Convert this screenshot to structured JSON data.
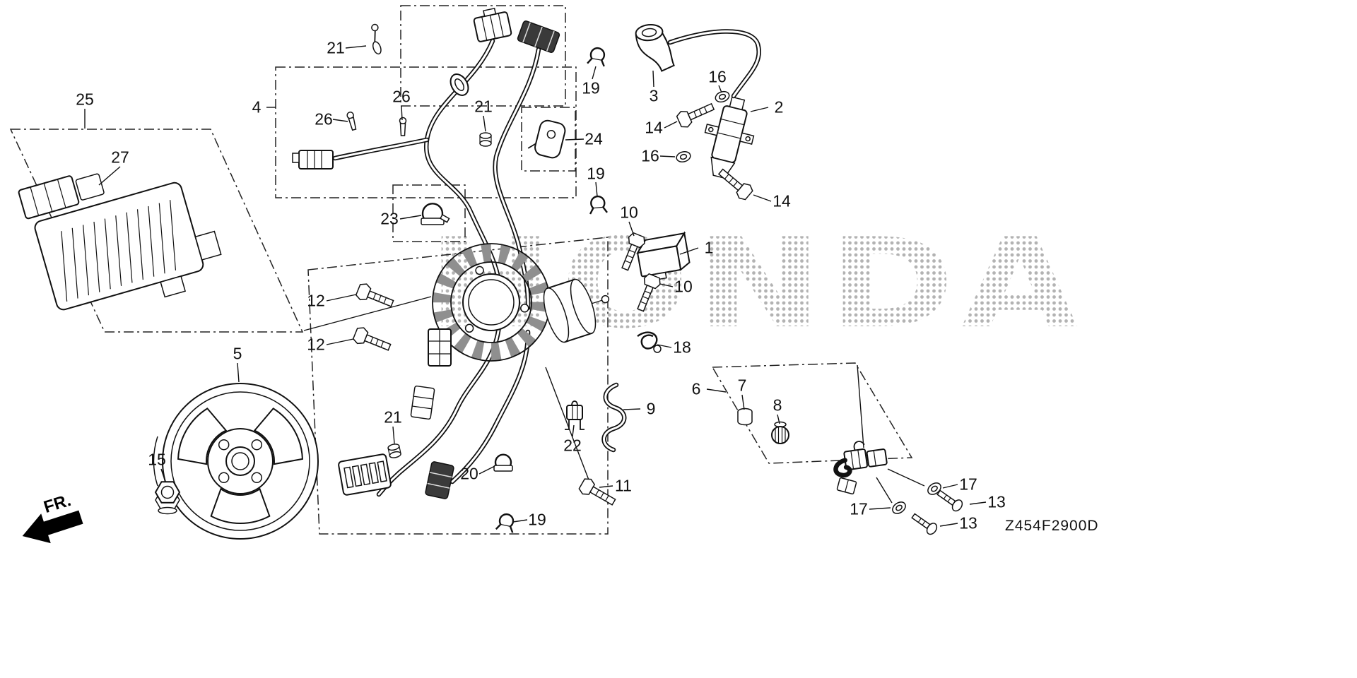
{
  "diagram": {
    "watermark": "HONDA",
    "code": "Z454F2900D",
    "front_label": "FR."
  },
  "callouts": [
    "21",
    "25",
    "27",
    "4",
    "26",
    "26",
    "21",
    "19",
    "3",
    "16",
    "2",
    "14",
    "24",
    "16",
    "19",
    "14",
    "23",
    "10",
    "1",
    "10",
    "12",
    "12",
    "18",
    "5",
    "6",
    "7",
    "8",
    "9",
    "21",
    "22",
    "15",
    "20",
    "11",
    "17",
    "13",
    "17",
    "13",
    "19"
  ]
}
